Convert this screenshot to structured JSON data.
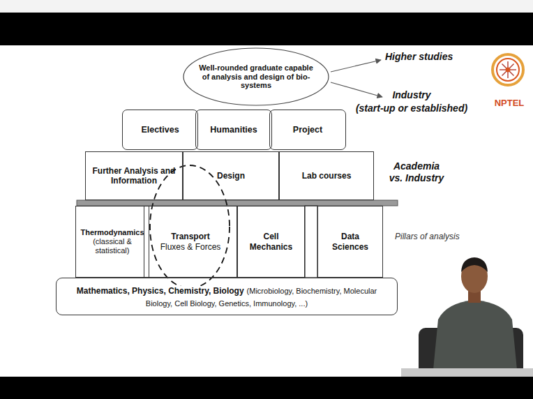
{
  "diagram": {
    "nodes": [
      {
        "text": [
          "Well-rounded graduate capable of analysis and design of bio-systems"
        ]
      },
      {
        "text": [
          "Electives"
        ]
      },
      {
        "text": [
          "Humanities"
        ]
      },
      {
        "text": [
          "Project"
        ]
      },
      {
        "text": [
          "Further Analysis and Information"
        ]
      },
      {
        "text": [
          "Design"
        ]
      },
      {
        "text": [
          "Lab courses"
        ]
      },
      {
        "text": [
          "Thermodynamics",
          "(classical & statistical)"
        ]
      },
      {
        "text": [
          "Transport",
          "Fluxes & Forces"
        ]
      },
      {
        "text": [
          "Cell Mechanics"
        ]
      },
      {
        "text": [
          "Data Sciences"
        ]
      },
      {
        "text": [
          "Mathematics, Physics, Chemistry, Biology",
          "(Microbiology, Biochemistry, Molecular Biology, Cell Biology, Genetics, Immunology, ...)"
        ]
      }
    ],
    "labels": [
      "Higher studies",
      "Industry",
      "(start-up or established)",
      "Academia vs. Industry",
      "Pillars of analysis",
      "NPTEL"
    ]
  }
}
